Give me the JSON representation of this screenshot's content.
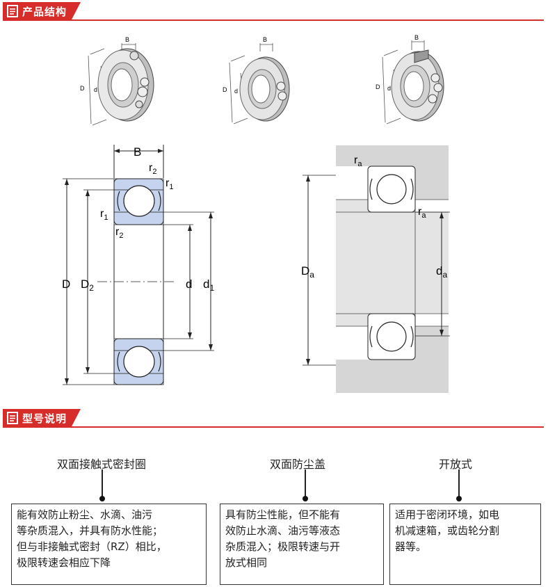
{
  "sections": {
    "structure": {
      "title": "产品结构"
    },
    "models": {
      "title": "型号说明"
    }
  },
  "icons": {
    "header": "document-icon"
  },
  "colors": {
    "accent": "#d62d2b",
    "ring_fill": "#c5d3ee",
    "housing_fill": "#d6d6d6",
    "line": "#222222"
  },
  "thumbnails": [
    {
      "B": "B",
      "D": "D",
      "d": "d"
    },
    {
      "B": "B",
      "D": "D",
      "d": "d"
    },
    {
      "B": "B",
      "D": "D",
      "d": "d"
    }
  ],
  "drawing_left": {
    "B": "B",
    "r2_top": "r",
    "r2_top_sub": "2",
    "r1_top": "r",
    "r1_top_sub": "1",
    "r1_mid": "r",
    "r1_mid_sub": "1",
    "r2_mid": "r",
    "r2_mid_sub": "2",
    "D": "D",
    "D2": "D",
    "D2_sub": "2",
    "d": "d",
    "d1": "d",
    "d1_sub": "1"
  },
  "drawing_right": {
    "ra_top": "r",
    "ra_top_sub": "a",
    "ra_mid": "r",
    "ra_mid_sub": "a",
    "Da": "D",
    "Da_sub": "a",
    "da": "d",
    "da_sub": "a"
  },
  "types": [
    {
      "name": "双面接触式密封圈",
      "lines": [
        "能有效防止粉尘、水滴、油污",
        "等杂质混入，并具有防水性能；",
        "但与非接触式密封（RZ）相比，",
        "极限转速会相应下降"
      ]
    },
    {
      "name": "双面防尘盖",
      "lines": [
        "具有防尘性能，但不能有",
        "效防止水滴、油污等液态",
        "杂质混入；极限转速与开",
        "放式相同"
      ]
    },
    {
      "name": "开放式",
      "lines": [
        "适用于密闭环境，如电",
        "机减速箱，或齿轮分割",
        "器等。"
      ]
    }
  ]
}
